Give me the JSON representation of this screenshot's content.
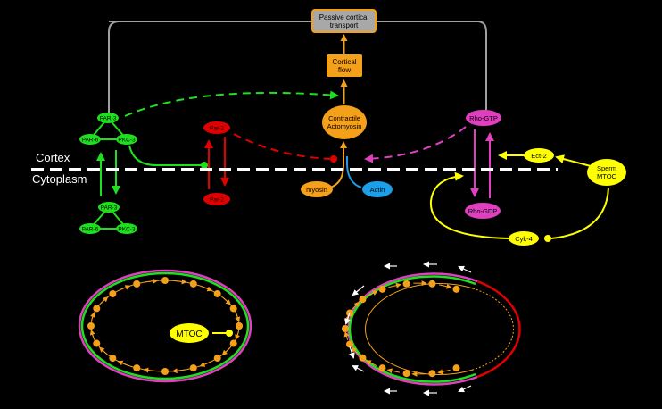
{
  "labels": {
    "passive_cortical_transport": [
      "Passive cortical",
      "transport"
    ],
    "cortical_flow": [
      "Cortical",
      "flow"
    ],
    "contractile_actomyosin": [
      "Contractile",
      "Actomyosin"
    ],
    "rho_gtp": "Rho-GTP",
    "rho_gdp": "Rho-GDP",
    "ect2": "Ect-2",
    "sperm_mtoc": [
      "Sperm",
      "MTOC"
    ],
    "cyk4": "Cyk-4",
    "myosin": "myosin",
    "actin": "Actin",
    "par2_cortex": "Par-2",
    "par2_cyto": "Par-2",
    "par3_cortex": "PAR-3",
    "par6_cortex": "PAR-6",
    "pkc3_cortex": "PKC-3",
    "par3_cyto": "PAR-3",
    "par6_cyto": "PAR-6",
    "pkc3_cyto": "PKC-3",
    "cortex": "Cortex",
    "cytoplasm": "Cytoplasm",
    "mtoc": "MTOC"
  },
  "colors": {
    "background": "#000000",
    "gray": "#a0a0a0",
    "orange": "#f5a01a",
    "orange_dark": "#e08a00",
    "green": "#1fe01f",
    "red": "#e00000",
    "magenta": "#e040c0",
    "yellow": "#ffff00",
    "blue": "#1a9fe8",
    "white": "#ffffff"
  }
}
